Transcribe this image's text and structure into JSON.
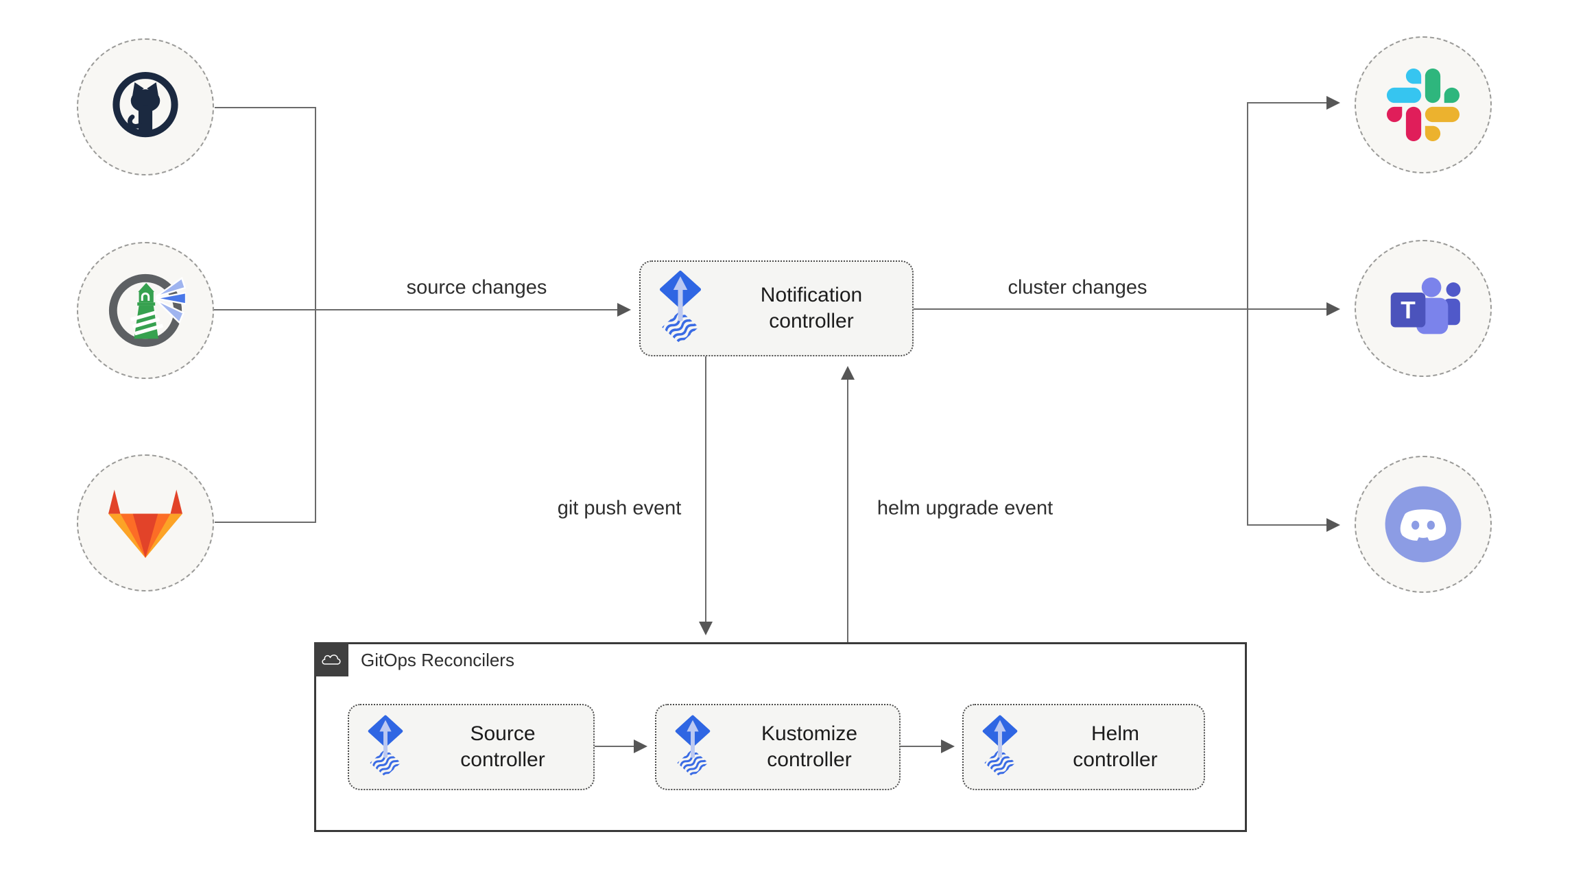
{
  "diagram": {
    "sources": [
      {
        "icon": "github-icon"
      },
      {
        "icon": "harbor-icon"
      },
      {
        "icon": "gitlab-icon"
      }
    ],
    "notification": {
      "line1": "Notification",
      "line2": "controller",
      "icon": "flux-icon"
    },
    "targets": [
      {
        "icon": "slack-icon"
      },
      {
        "icon": "teams-icon",
        "letter": "T"
      },
      {
        "icon": "discord-icon"
      }
    ],
    "edge_labels": {
      "source_changes": "source changes",
      "cluster_changes": "cluster changes",
      "git_push": "git push event",
      "helm_upgrade": "helm upgrade event"
    },
    "reconcilers": {
      "title": "GitOps Reconcilers",
      "icon": "cloud-icon",
      "controllers": [
        {
          "line1": "Source",
          "line2": "controller",
          "icon": "flux-icon"
        },
        {
          "line1": "Kustomize",
          "line2": "controller",
          "icon": "flux-icon"
        },
        {
          "line1": "Helm",
          "line2": "controller",
          "icon": "flux-icon"
        }
      ]
    },
    "colors": {
      "flux_blue": "#2F66E3",
      "flux_arrow_light": "#BCC9F2",
      "connector_gray": "#6A6A6A",
      "node_fill": "#F5F5F3",
      "circle_fill": "#F8F7F4",
      "outer_box_border": "#3A3A3A",
      "slack_blue": "#36C5F0",
      "slack_green": "#2EB67D",
      "slack_red": "#E01E5A",
      "slack_yellow": "#ECB22E",
      "gitlab_red": "#E24329",
      "gitlab_orange": "#FC6D26",
      "gitlab_yellow": "#FCA326",
      "teams_indigo": "#4B53BC",
      "teams_light": "#7B83EB",
      "discord_blurple": "#8C9CE4",
      "github_dark": "#1B2940",
      "harbor_green": "#36A14F",
      "harbor_gray": "#5D6063"
    }
  }
}
